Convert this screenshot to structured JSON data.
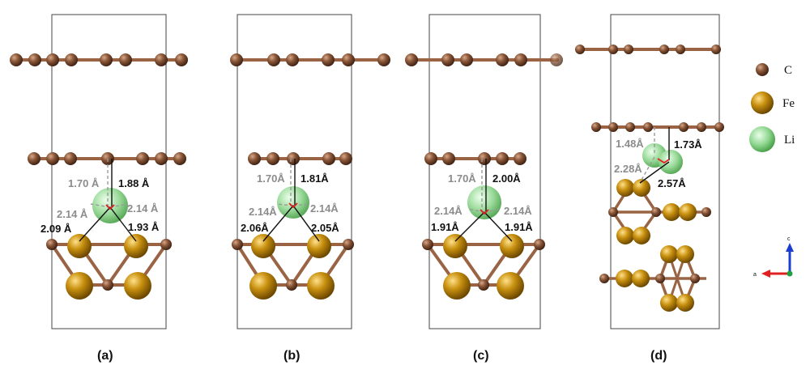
{
  "colors": {
    "carbon": "#7b4a30",
    "iron": "#b8860b",
    "lithium": "#8fd68f",
    "bond": "#a5714f",
    "gray_text": "#8c8c8c",
    "black_text": "#111111",
    "axis_a": "#e02020",
    "axis_c": "#1a3fd0",
    "axis_b": "#20a040"
  },
  "panels": [
    {
      "label": "(a)",
      "distances": {
        "top_gray": "1.70 Å",
        "top_black": "1.88 Å",
        "left_gray": "2.14 Å",
        "right_gray": "2.14 Å",
        "bottom_left": "2.09 Å",
        "bottom_right": "1.93 Å"
      }
    },
    {
      "label": "(b)",
      "distances": {
        "top_gray": "1.70Å",
        "top_black": "1.81Å",
        "left_gray": "2.14Å",
        "right_gray": "2.14Å",
        "bottom_left": "2.06Å",
        "bottom_right": "2.05Å"
      }
    },
    {
      "label": "(c)",
      "distances": {
        "top_gray": "1.70Å",
        "top_black": "2.00Å",
        "left_gray": "2.14Å",
        "right_gray": "2.14Å",
        "bottom_left": "1.91Å",
        "bottom_right": "1.91Å"
      }
    },
    {
      "label": "(d)",
      "distances": {
        "top_gray": "1.48Å",
        "top_black": "1.73Å",
        "left_gray": "2.28Å",
        "right_black": "2.57Å"
      }
    }
  ],
  "legend": [
    {
      "label": "C",
      "element": "carbon"
    },
    {
      "label": "Fe",
      "element": "iron"
    },
    {
      "label": "Li",
      "element": "lithium"
    }
  ],
  "axes": {
    "horizontal": "a",
    "vertical": "c"
  }
}
